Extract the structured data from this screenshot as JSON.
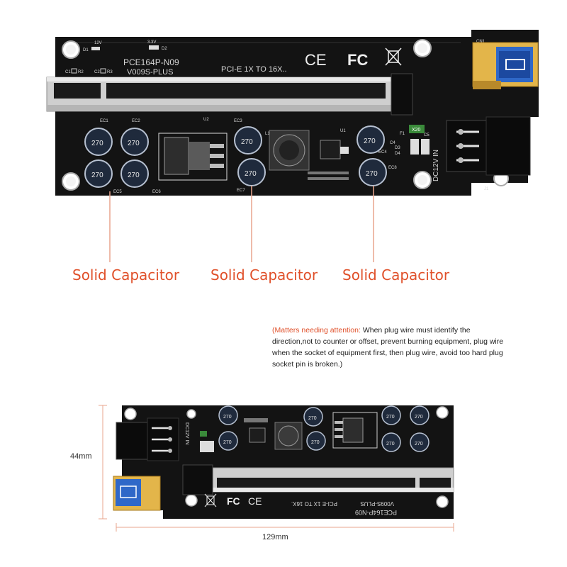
{
  "top_board": {
    "model": "PCE164P-N09",
    "version": "V009S-PLUS",
    "interface": "PCI-E 1X TO 16X..",
    "power_label": "DC12V IN",
    "cert_marks": [
      "CE",
      "FC"
    ],
    "silk": {
      "v12": "12V",
      "v33": "3.3V",
      "d1": "D1",
      "d2": "D2",
      "c1": "C1",
      "r2": "R2",
      "c2": "C2",
      "r3": "R3",
      "cn1": "CN1",
      "u1": "U1",
      "u2": "U2",
      "l1": "L1",
      "ec1": "EC1",
      "ec2": "EC2",
      "ec3": "EC3",
      "ec4": "EC4",
      "ec5": "EC5",
      "ec6": "EC6",
      "ec7": "EC7",
      "ec8": "EC8",
      "f1": "F1",
      "x20": "X20",
      "c4": "C4",
      "c5": "C5",
      "d3": "D3",
      "d4": "D4",
      "j1": "J1"
    },
    "capacitor_value": "270"
  },
  "callouts": [
    "Solid Capacitor",
    "Solid Capacitor",
    "Solid Capacitor"
  ],
  "note": {
    "highlight": "(Matters needing attention:",
    "body": " When plug wire must identify the direction,not to counter or offset, prevent burning equipment, plug wire when the socket of equipment first, then plug wire, avoid too hard plug socket pin is broken.)"
  },
  "bottom_board": {
    "model": "PCE164P-N09",
    "version": "V009S-PLUS",
    "interface": "PCI-E 1X TO 16X.",
    "power_label": "DC12V IN",
    "capacitor_value": "270"
  },
  "dimensions": {
    "height": "44mm",
    "width": "129mm"
  },
  "colors": {
    "accent": "#e0502a",
    "pcb": "#121212",
    "slot": "#c8c8c8",
    "usb": "#e3b54a"
  }
}
